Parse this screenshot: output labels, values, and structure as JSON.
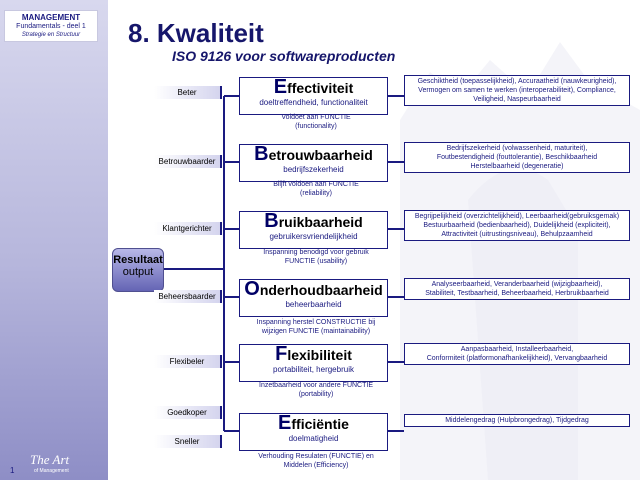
{
  "brand": {
    "line1": "MANAGEMENT",
    "line2": "Fundamentals - deel 1",
    "line3": "Strategie en Structuur"
  },
  "title": "8. Kwaliteit",
  "subtitle": "ISO 9126 voor softwareproducten",
  "hub": {
    "line1": "Resultaat",
    "line2": "output"
  },
  "page_number": "1",
  "logo": {
    "text": "The Art",
    "sub": "of Management"
  },
  "categories": [
    {
      "label": "Beter",
      "cap": "E",
      "rest": "ffectiviteit",
      "nl": "doeltreffendheid, functionaliteit",
      "note": "Voldoet aan FUNCTIE\n(functionality)",
      "sub": "Geschiktheid (toepasselijkheid), Accuraatheid (nauwkeurigheid),\nVermogen om samen te werken (interoperabiliteit), Compliance,\nVeiligheid, Naspeurbaarheid"
    },
    {
      "label": "Betrouwbaarder",
      "cap": "B",
      "rest": "etrouwbaarheid",
      "nl": "bedrijfszekerheid",
      "note": "Blijft voldoen aan FUNCTIE\n(reliability)",
      "sub": "Bedrijfszekerheid (volwassenheid, maturiteit),\nFoutbestendigheid (fouttolerantie), Beschikbaarheid\nHerstelbaarheid (degeneratie)"
    },
    {
      "label": "Klantgerichter",
      "cap": "B",
      "rest": "ruikbaarheid",
      "nl": "gebruikersvriendelijkheid",
      "note": "Inspanning benodigd voor gebruik\nFUNCTIE (usability)",
      "sub": "Begrijpelijkheid (overzichtelijkheid), Leerbaarheid(gebruiksgemak)\nBestuurbaarheid (bedienbaarheid), Duidelijkheid (expliciteit),\nAttractiviteit (uitrustingsniveau), Behulpzaamheid"
    },
    {
      "label": "Beheersbaarder",
      "cap": "O",
      "rest": "nderhoudbaarheid",
      "nl": "beheerbaarheid",
      "note": "Inspanning herstel CONSTRUCTIE bij\nwijzigen FUNCTIE (maintainability)",
      "sub": "Analyseerbaarheid, Veranderbaarheid (wijzigbaarheid),\nStabiliteit, Testbaarheid, Beheerbaarheid, Herbruikbaarheid"
    },
    {
      "label": "Flexibeler",
      "cap": "F",
      "rest": "lexibiliteit",
      "nl": "portabiliteit, hergebruik",
      "note": "Inzetbaarheid voor andere FUNCTIE\n(portability)",
      "sub": "Aanpasbaarheid, Installeerbaarheid,\nConformiteit (platformonafhankelijkheid), Vervangbaarheid"
    },
    {
      "label": "Goedkoper",
      "cap": "E",
      "rest": "fficiëntie",
      "nl": "doelmatigheid",
      "note": "Verhouding Resulaten (FUNCTIE) en\nMiddelen (Efficiency)",
      "sub": "Middelengedrag (Hulpbrongedrag), Tijdgedrag"
    }
  ],
  "extra_label": "Sneller",
  "colors": {
    "navy": "#1a1a80",
    "sidebar": "#b6b6dc"
  }
}
